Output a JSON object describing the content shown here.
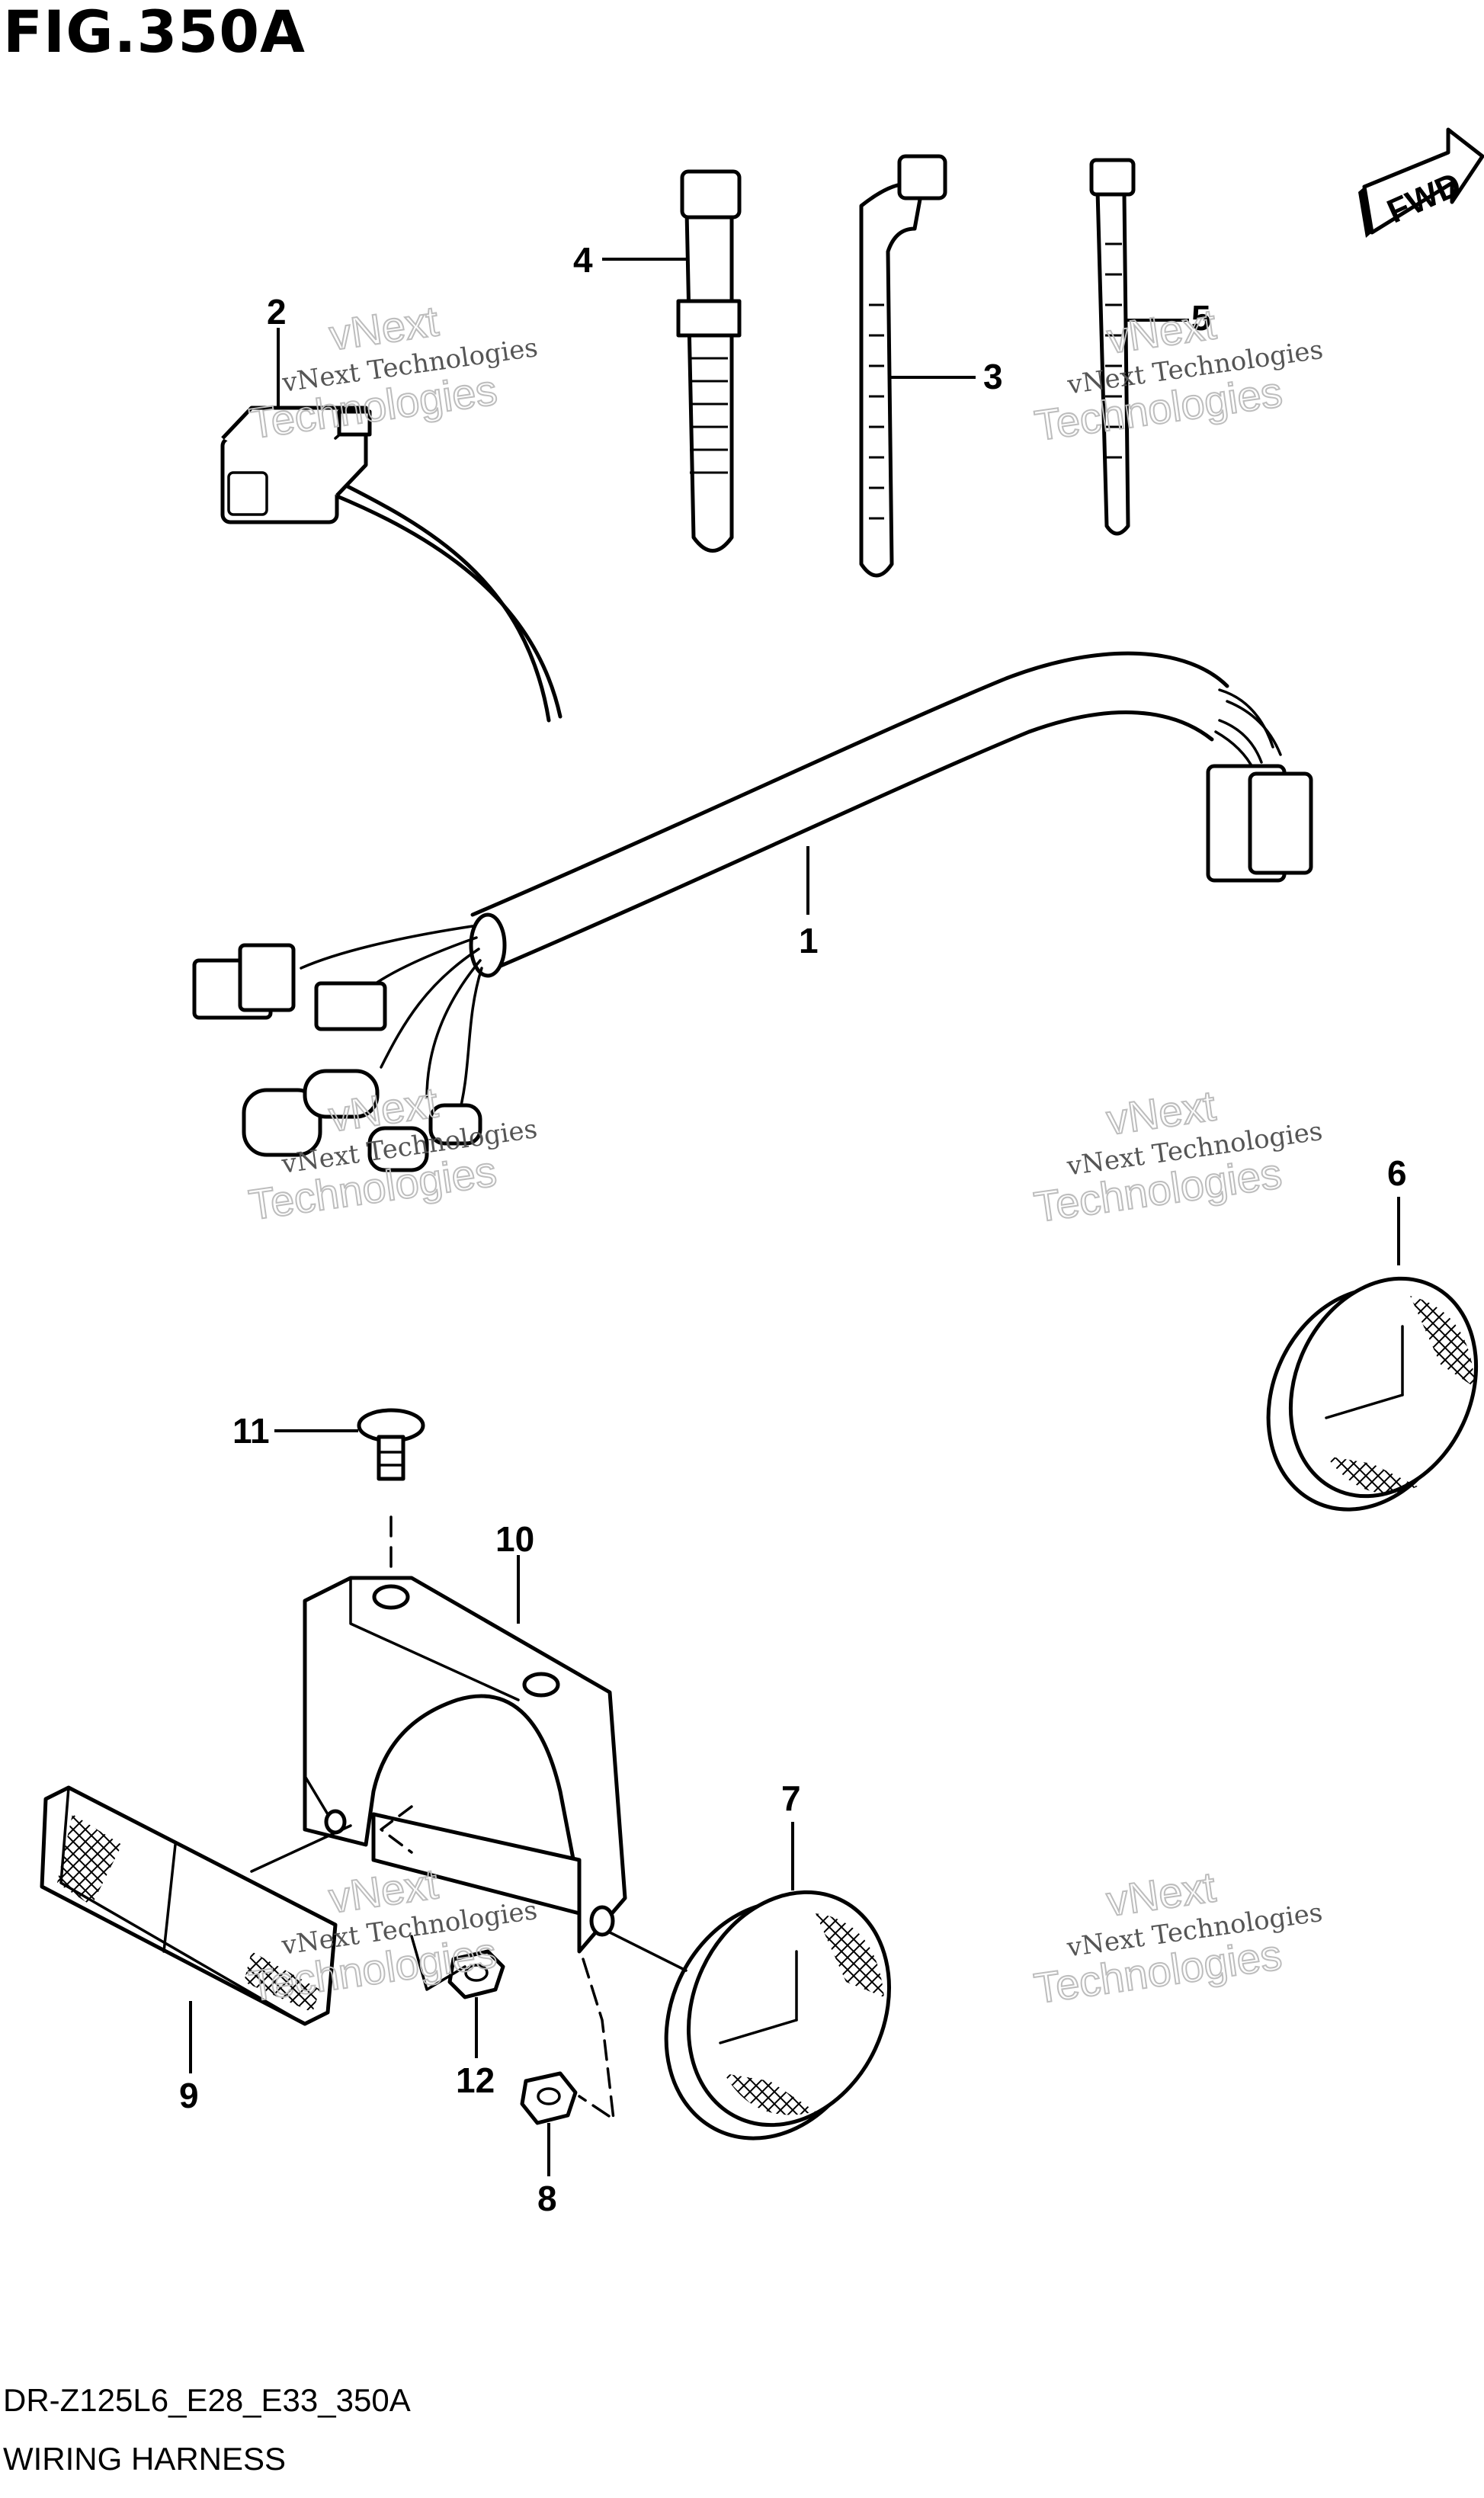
{
  "figure": {
    "title": "FIG.350A",
    "model_code": "DR-Z125L6_E28_E33_350A",
    "section_name": "WIRING HARNESS",
    "direction_label": "FWD"
  },
  "callouts": [
    "1",
    "2",
    "3",
    "4",
    "5",
    "6",
    "7",
    "8",
    "9",
    "10",
    "11",
    "12"
  ],
  "watermark": {
    "line1": "vNext Technologies",
    "line2": "vNext",
    "line3": "Technologies"
  },
  "colors": {
    "line": "#000000",
    "background": "#ffffff"
  }
}
